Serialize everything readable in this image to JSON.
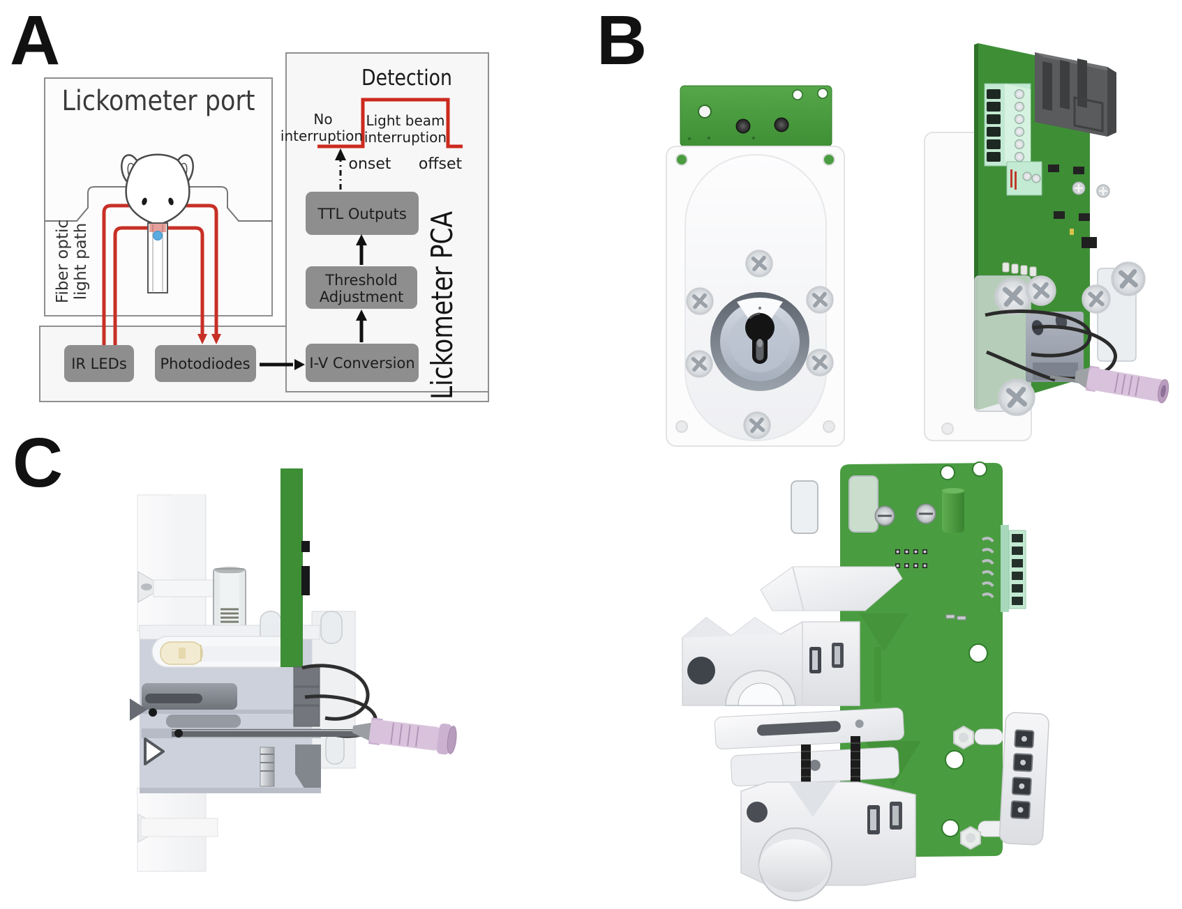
{
  "figure": {
    "background": "#ffffff"
  },
  "panel_labels": {
    "a": "A",
    "b": "B",
    "c": "C"
  },
  "panel_a": {
    "port_box_title": "Lickometer port",
    "fiber_label": {
      "line1": "Fiber optic",
      "line2": "light path"
    },
    "detection": {
      "title": "Detection",
      "no_interruption_line1": "No",
      "no_interruption_line2": "interruption",
      "beam_interruption_line1": "Light beam",
      "beam_interruption_line2": "interruption",
      "onset_label": "onset",
      "offset_label": "offset"
    },
    "flow": {
      "ir_leds": "IR LEDs",
      "photodiodes": "Photodiodes",
      "iv_conversion": "I-V Conversion",
      "threshold_line1": "Threshold",
      "threshold_line2": "Adjustment",
      "ttl_outputs": "TTL Outputs"
    },
    "pca_label": "Lickometer PCA"
  },
  "colors": {
    "signal_red": "#cc2a1e",
    "fiber_red": "#c72f25",
    "flow_box_gray": "#8e8e8e",
    "panel_border_gray": "#8f8f8f",
    "pcb_green": "#4a9c41",
    "pcb_green_dark": "#3e8e36",
    "mint_connector": "#c2e9d1",
    "lavender_hub": "#d9c3dc",
    "droplet_blue": "#5aabdf",
    "acrylic_gray": "#e4e8ec",
    "body_gray": "#ccd1db"
  }
}
